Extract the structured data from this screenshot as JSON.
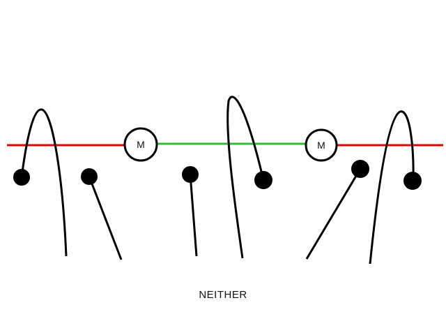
{
  "diagram": {
    "node_label_left": "M",
    "node_label_right": "M",
    "caption": "NEITHER"
  },
  "colors": {
    "outer_lines": "#e00000",
    "middle_line": "#33bb33",
    "strands": "#000000",
    "node_fill": "#ffffff",
    "node_stroke": "#000000"
  }
}
